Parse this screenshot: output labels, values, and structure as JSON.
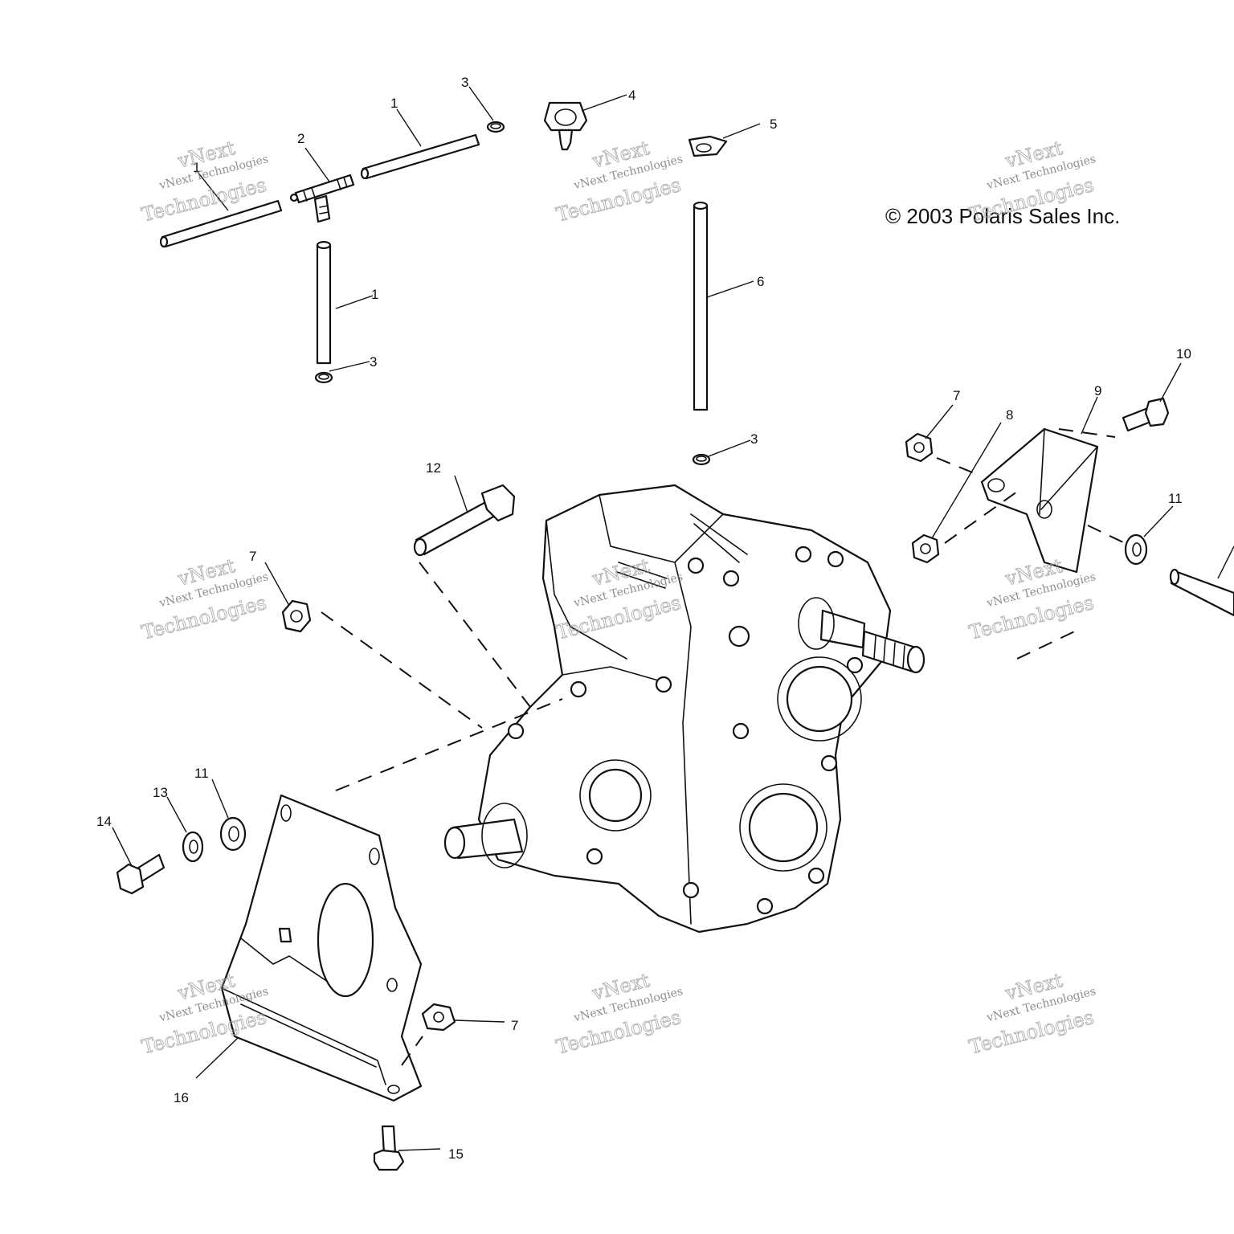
{
  "copyright": "© 2003 Polaris Sales Inc.",
  "watermark": {
    "line1": "vNext",
    "line2": "vNext Technologies",
    "line3": "Technologies"
  },
  "callouts": [
    {
      "id": "c1a",
      "label": "1"
    },
    {
      "id": "c1b",
      "label": "1"
    },
    {
      "id": "c1c",
      "label": "1"
    },
    {
      "id": "c2",
      "label": "2"
    },
    {
      "id": "c3a",
      "label": "3"
    },
    {
      "id": "c3b",
      "label": "3"
    },
    {
      "id": "c3c",
      "label": "3"
    },
    {
      "id": "c4",
      "label": "4"
    },
    {
      "id": "c5",
      "label": "5"
    },
    {
      "id": "c6",
      "label": "6"
    },
    {
      "id": "c7a",
      "label": "7"
    },
    {
      "id": "c7b",
      "label": "7"
    },
    {
      "id": "c7c",
      "label": "7"
    },
    {
      "id": "c8",
      "label": "8"
    },
    {
      "id": "c9",
      "label": "9"
    },
    {
      "id": "c10",
      "label": "10"
    },
    {
      "id": "c11a",
      "label": "11"
    },
    {
      "id": "c11b",
      "label": "11"
    },
    {
      "id": "c12",
      "label": "12"
    },
    {
      "id": "c13",
      "label": "13"
    },
    {
      "id": "c14",
      "label": "14"
    },
    {
      "id": "c15",
      "label": "15"
    },
    {
      "id": "c16",
      "label": "16"
    }
  ]
}
